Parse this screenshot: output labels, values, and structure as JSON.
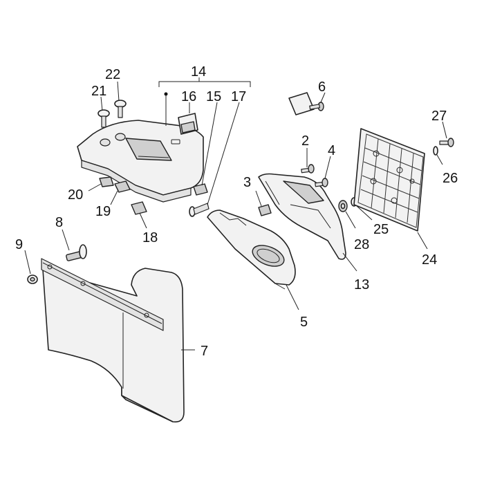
{
  "callouts": {
    "c2": "2",
    "c3": "3",
    "c4": "4",
    "c5": "5",
    "c6": "6",
    "c7": "7",
    "c8": "8",
    "c9": "9",
    "c13": "13",
    "c14": "14",
    "c15": "15",
    "c16": "16",
    "c17": "17",
    "c18": "18",
    "c19": "19",
    "c20": "20",
    "c21": "21",
    "c22": "22",
    "c24": "24",
    "c25": "25",
    "c26": "26",
    "c27": "27",
    "c28": "28"
  }
}
